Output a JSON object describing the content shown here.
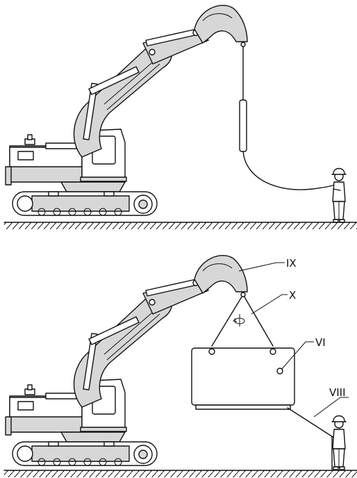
{
  "scene_top": {
    "caption": "excavator-with-slack-rope-held-by-worker"
  },
  "scene_bottom": {
    "labels": {
      "bucket": "IX",
      "sling": "X",
      "load": "VI",
      "tag_line": "VIII"
    }
  },
  "colors": {
    "machine_fill": "#d7d7d7",
    "line": "#111111",
    "background": "#ffffff"
  }
}
